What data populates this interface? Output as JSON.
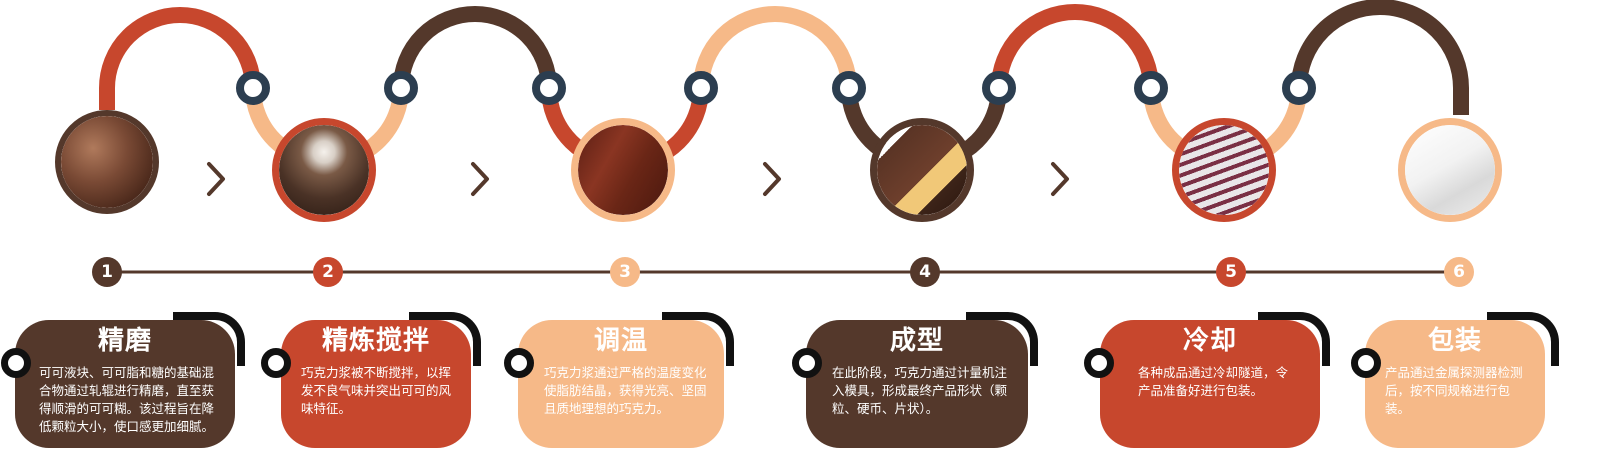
{
  "colors": {
    "dark_brown": "#54382b",
    "red": "#c7472d",
    "peach": "#f6b988",
    "ring_navy": "#2c3e50",
    "timeline": "#54382b"
  },
  "steps": [
    {
      "number": "1",
      "title": "精磨",
      "description": "可可液块、可可脂和糖的基础混合物通过轧辊进行精磨，直至获得顺滑的可可糊。该过程旨在降低颗粒大小，使口感更加细腻。",
      "color": "#54382b",
      "photo_icon": "chocolate-roller-photo"
    },
    {
      "number": "2",
      "title": "精炼搅拌",
      "description": "巧克力浆被不断搅拌，以挥发不良气味并突出可可的风味特征。",
      "color": "#c7472d",
      "photo_icon": "conche-mixer-photo"
    },
    {
      "number": "3",
      "title": "调温",
      "description": "巧克力浆通过严格的温度变化使脂肪结晶，获得光亮、坚固且质地理想的巧克力。",
      "color": "#f6b988",
      "photo_icon": "tempering-photo"
    },
    {
      "number": "4",
      "title": "成型",
      "description": "在此阶段，巧克力通过计量机注入模具，形成最终产品形状（颗粒、硬币、片状）。",
      "color": "#54382b",
      "photo_icon": "chocolate-shapes-photo"
    },
    {
      "number": "5",
      "title": "冷却",
      "description": "各种成品通过冷却隧道，令产品准备好进行包装。",
      "color": "#c7472d",
      "photo_icon": "cooling-tunnel-photo"
    },
    {
      "number": "6",
      "title": "包装",
      "description": "产品通过金属探测器检测后，按不同规格进行包装。",
      "color": "#f6b988",
      "photo_icon": "packaging-box-photo"
    }
  ]
}
